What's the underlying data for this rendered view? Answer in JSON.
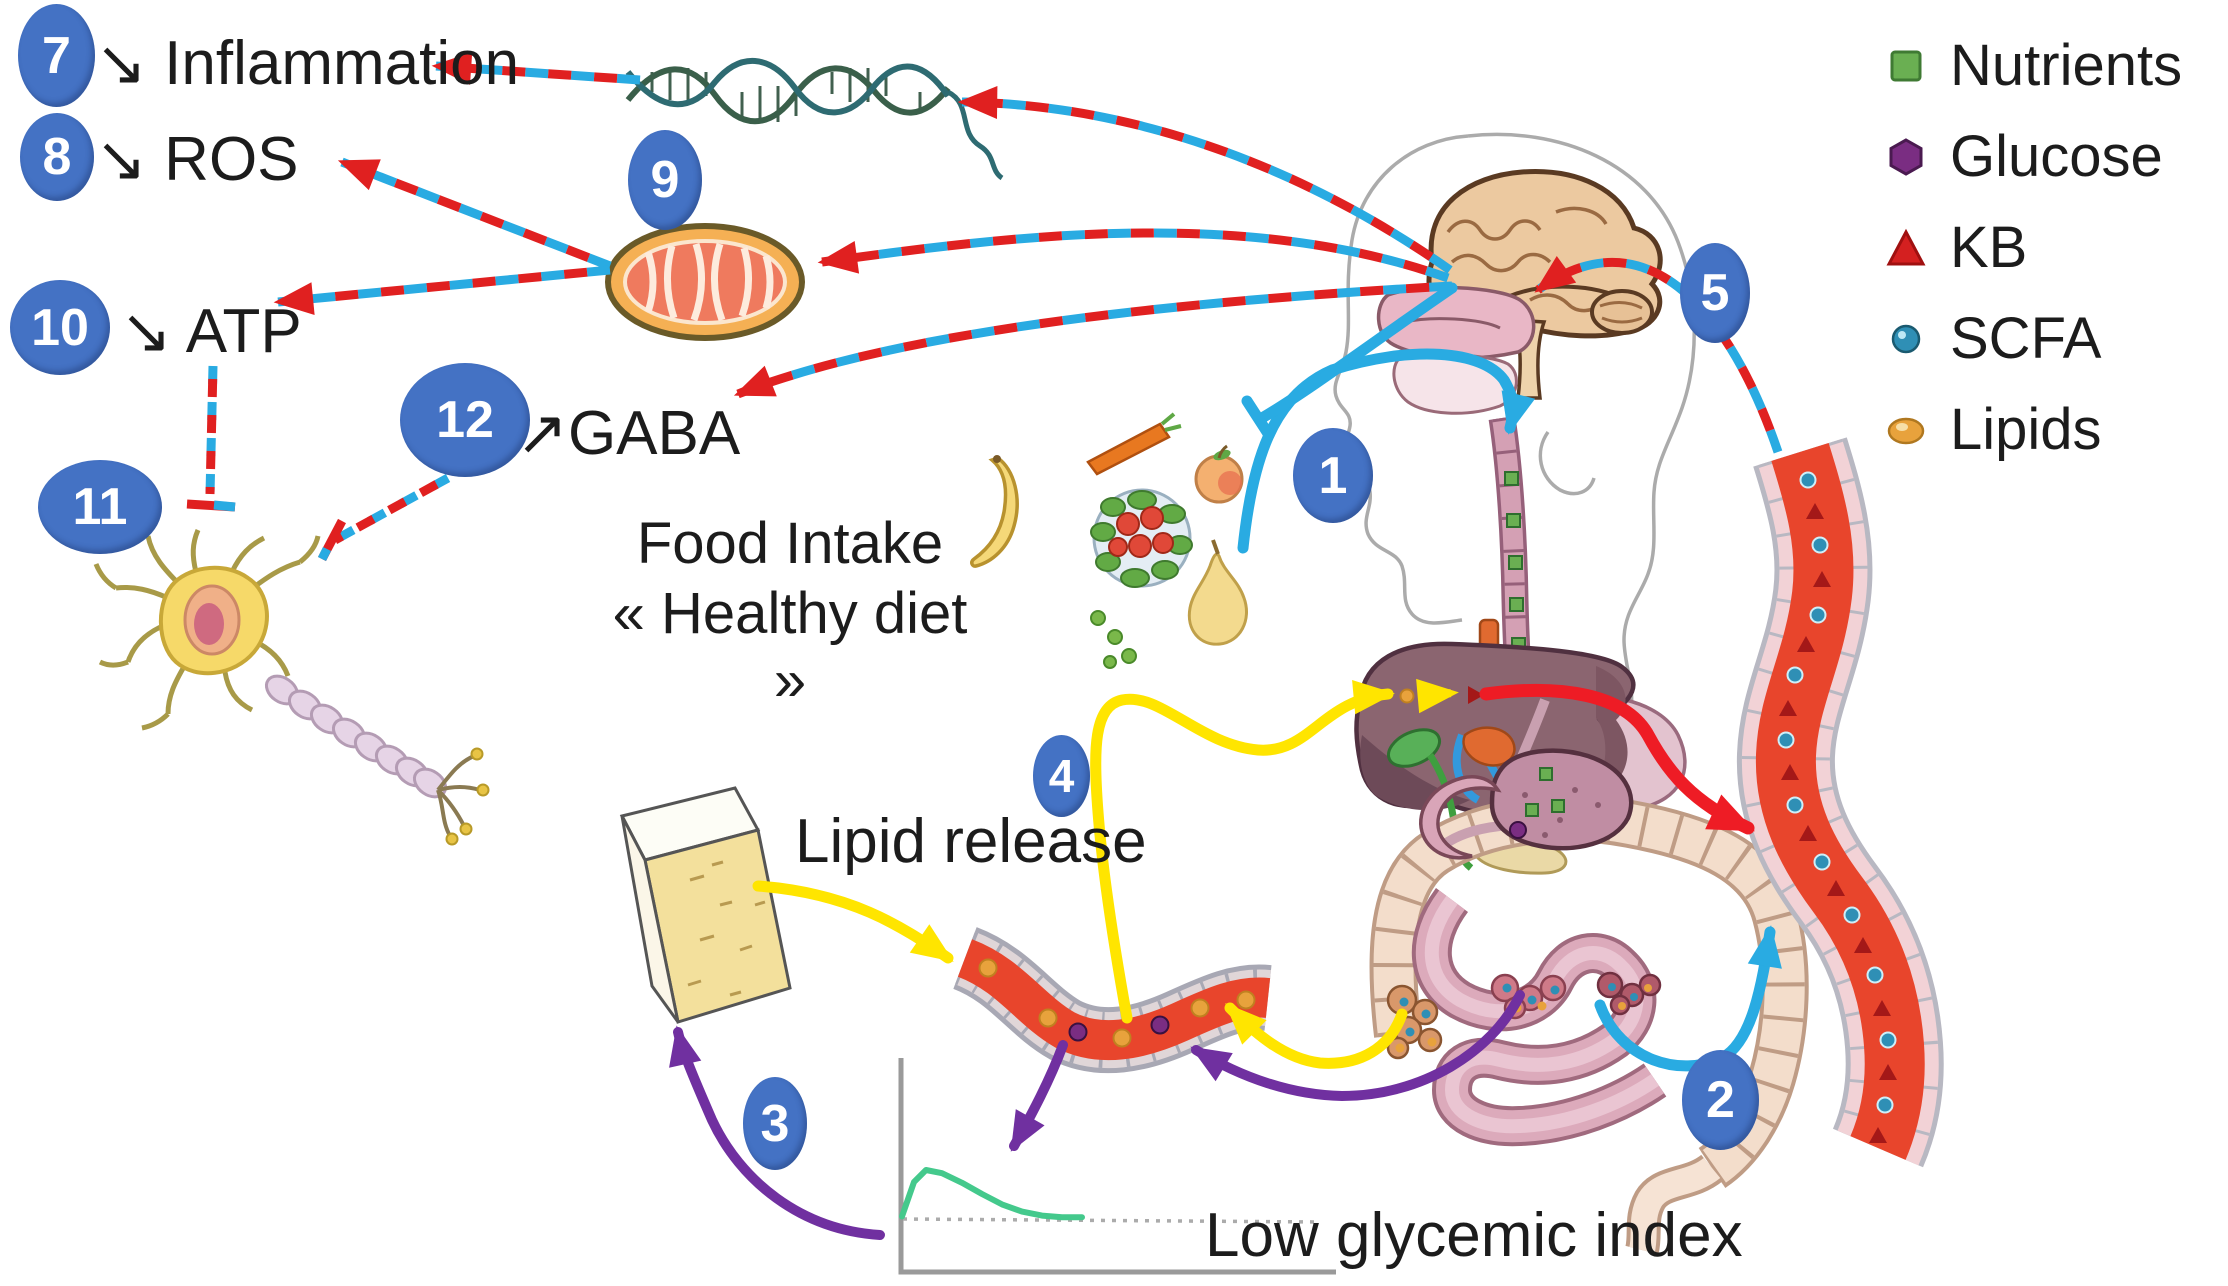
{
  "colors": {
    "marker_blue": "#4472C4",
    "dash_red": "#E02020",
    "dash_cyan": "#29ABE2",
    "arrow_yellow": "#FFE500",
    "arrow_purple": "#7030A0",
    "arrow_red": "#EE1C25",
    "arrow_cyan": "#29ABE2",
    "vessel_red": "#E8452C",
    "nutrient_green": "#6AAF52",
    "glucose_purple": "#7A2D82",
    "kb_red": "#D42020",
    "kb_dark": "#A41818",
    "scfa_teal": "#2F8FB5",
    "lipid_tan": "#E8A23C",
    "curve_green": "#44C98C"
  },
  "labels": {
    "inflammation": "↘ Inflammation",
    "ros": "↘ ROS",
    "atp": "↘ ATP",
    "gaba": "↗GABA",
    "food_intake_line1": "Food Intake",
    "food_intake_line2": "« Healthy diet »",
    "lipid_release": "Lipid release",
    "low_glycemic_index": "Low glycemic index"
  },
  "markers": {
    "m1": "1",
    "m2": "2",
    "m3": "3",
    "m4": "4",
    "m5": "5",
    "m7": "7",
    "m8": "8",
    "m9": "9",
    "m10": "10",
    "m11": "11",
    "m12": "12"
  },
  "legend": {
    "items": [
      {
        "label": "Nutrients",
        "icon": "nutrients-square-icon",
        "color": "#6AAF52"
      },
      {
        "label": "Glucose",
        "icon": "glucose-hexagon-icon",
        "color": "#7A2D82"
      },
      {
        "label": "KB",
        "icon": "kb-triangle-icon",
        "color": "#D42020"
      },
      {
        "label": "SCFA",
        "icon": "scfa-dot-icon",
        "color": "#2F8FB5"
      },
      {
        "label": "Lipids",
        "icon": "lipids-ellipse-icon",
        "color": "#E8A23C"
      }
    ]
  },
  "figure_elements": [
    "brain-and-head",
    "dna-strand",
    "mitochondria",
    "neuron",
    "healthy-food-items",
    "digestive-system",
    "liver",
    "stomach",
    "intestines",
    "gut-microbiota",
    "blood-vessel-systemic",
    "blood-vessel-peripheral",
    "butter-adipose-block",
    "glycemic-response-chart"
  ],
  "inset_chart": {
    "type": "line",
    "title": "Low glycemic index",
    "xlabel": "",
    "ylabel": "",
    "axis_tick_labels_visible": false,
    "baseline": "dotted gray at starting glucose level",
    "series": [
      {
        "name": "blood glucose response",
        "x": [
          0,
          0.3,
          0.6,
          1.0,
          1.5,
          2.0,
          2.5,
          3.0,
          3.5,
          4.0,
          4.5
        ],
        "y": [
          0.02,
          0.45,
          0.6,
          0.56,
          0.44,
          0.3,
          0.17,
          0.08,
          0.03,
          0.01,
          0.01
        ]
      }
    ]
  }
}
